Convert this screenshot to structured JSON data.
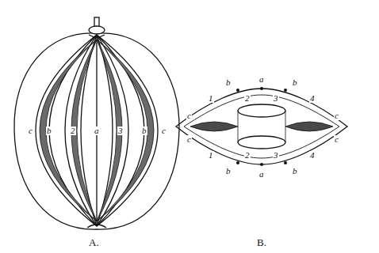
{
  "diagram": {
    "labels": [
      "c",
      "b",
      "2",
      "a",
      "3",
      "b",
      "c",
      "b",
      "1",
      "2",
      "a",
      "3",
      "4",
      "b",
      "c",
      "c",
      "c",
      "c",
      "1",
      "b",
      "2",
      "a",
      "3",
      "b",
      "4",
      "A.",
      "B."
    ]
  }
}
